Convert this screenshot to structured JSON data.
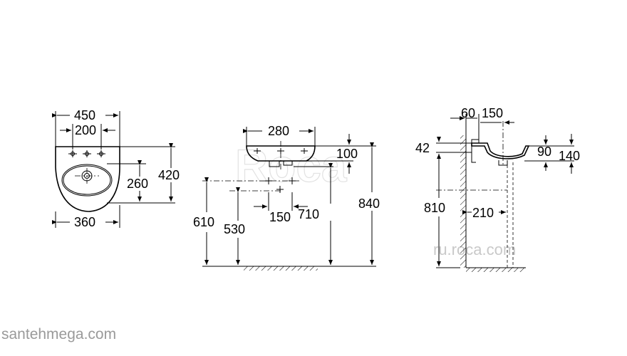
{
  "front_view": {
    "overall_width": "450",
    "tap_hole_spacing": "200",
    "bottom_width": "360",
    "basin_depth": "260",
    "overall_depth": "420"
  },
  "side_view": {
    "waste_width": "280",
    "bowl_height": "100",
    "waste_offset": "150",
    "outlet_height": "610",
    "supply_height": "530",
    "waste_height": "710",
    "rim_height": "840"
  },
  "section_view": {
    "wall_offset": "60",
    "tap_offset": "150",
    "top_thickness": "42",
    "inner_depth": "90",
    "front_height": "140",
    "fixing_height": "810",
    "projection": "210"
  },
  "watermarks": {
    "logo": "Roca",
    "site": "ru.roca.com",
    "shop": "santehmega.com"
  }
}
